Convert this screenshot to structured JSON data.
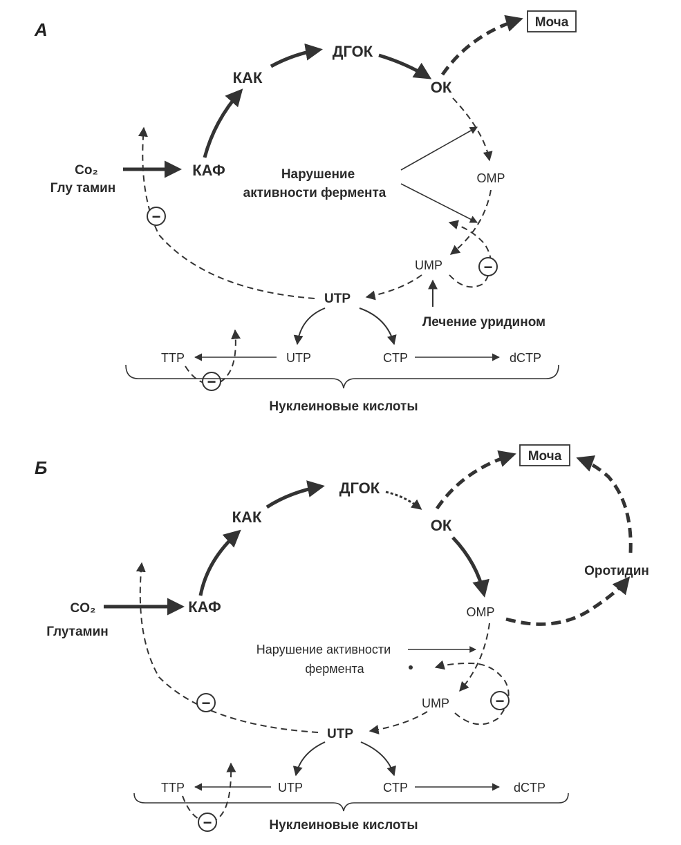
{
  "panel_a": {
    "letter": "А",
    "urine": "Моча",
    "kak": "КАК",
    "dgok": "ДГОК",
    "ok": "ОК",
    "co2": "Co₂",
    "glutamine": "Глу тамин",
    "kaf": "КАФ",
    "disorder_line1": "Нарушение",
    "disorder_line2": "активности фермента",
    "omp": "OMP",
    "ump": "UMP",
    "utp_center": "UTP",
    "treatment": "Лечение уридином",
    "ttp": "TTP",
    "utp_bottom": "UTP",
    "ctp": "CTP",
    "dctp": "dCTP",
    "nucleic": "Нуклеиновые кислоты",
    "minus": "−"
  },
  "panel_b": {
    "letter": "Б",
    "urine": "Моча",
    "dgok": "ДГОК",
    "kak": "КАК",
    "ok": "ОК",
    "orotidine": "Оротидин",
    "co2": "CO₂",
    "glutamine": "Глутамин",
    "kaf": "КАФ",
    "omp": "OMP",
    "disorder_line1": "Нарушение активности",
    "disorder_line2": "фермента",
    "ump": "UMP",
    "utp_center": "UTP",
    "ttp": "TTP",
    "utp_bottom": "UTP",
    "ctp": "CTP",
    "dctp": "dCTP",
    "nucleic": "Нуклеиновые кислоты",
    "minus": "−"
  }
}
